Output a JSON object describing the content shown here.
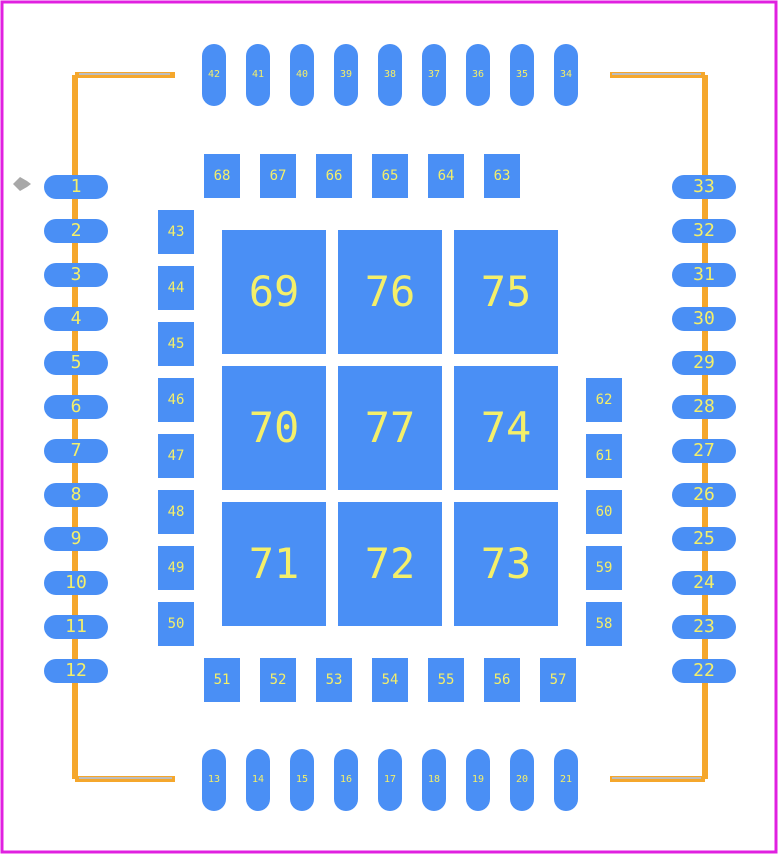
{
  "colors": {
    "board_border": "#e020e0",
    "silkscreen": "#f5a72c",
    "silkscreen_corner": "#bdbdbd",
    "pad_fill": "#4a8ff5",
    "pad_text": "#f4ef6a",
    "pin1_marker": "#a8a8a8"
  },
  "pins": {
    "left": [
      "1",
      "2",
      "3",
      "4",
      "5",
      "6",
      "7",
      "8",
      "9",
      "10",
      "11",
      "12"
    ],
    "right": [
      "33",
      "32",
      "31",
      "30",
      "29",
      "28",
      "27",
      "26",
      "25",
      "24",
      "23",
      "22"
    ],
    "top": [
      "42",
      "41",
      "40",
      "39",
      "38",
      "37",
      "36",
      "35",
      "34"
    ],
    "bottom": [
      "13",
      "14",
      "15",
      "16",
      "17",
      "18",
      "19",
      "20",
      "21"
    ],
    "inner_top": [
      "68",
      "67",
      "66",
      "65",
      "64",
      "63"
    ],
    "inner_left": [
      "43",
      "44",
      "45",
      "46",
      "47",
      "48",
      "49",
      "50"
    ],
    "inner_right": [
      "62",
      "61",
      "60",
      "59",
      "58"
    ],
    "inner_bottom": [
      "51",
      "52",
      "53",
      "54",
      "55",
      "56",
      "57"
    ],
    "thermal": [
      [
        "69",
        "76",
        "75"
      ],
      [
        "70",
        "77",
        "74"
      ],
      [
        "71",
        "72",
        "73"
      ]
    ]
  }
}
